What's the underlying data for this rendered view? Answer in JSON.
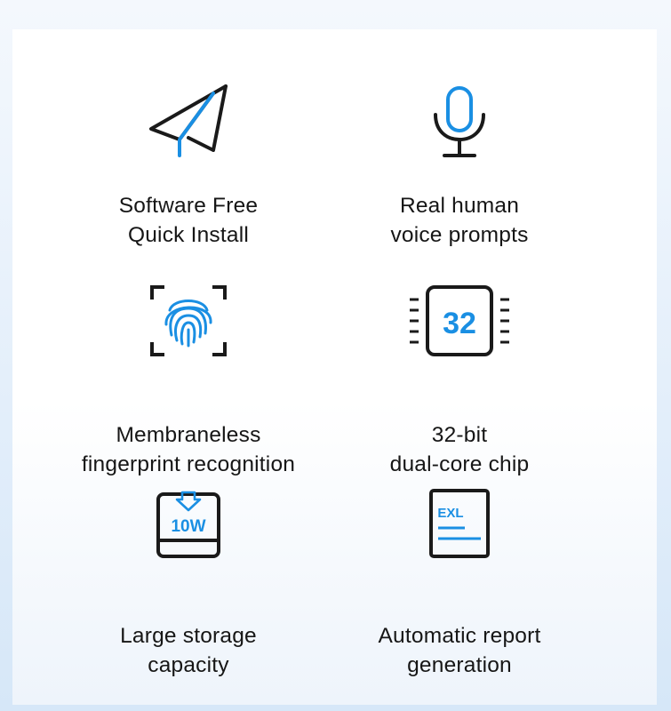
{
  "features": [
    {
      "icon": "paper-plane-icon",
      "line1": "Software Free",
      "line2": "Quick Install"
    },
    {
      "icon": "microphone-icon",
      "line1": "Real human",
      "line2": "voice prompts"
    },
    {
      "icon": "fingerprint-icon",
      "line1": "Membraneless",
      "line2": "fingerprint recognition"
    },
    {
      "icon": "chip-icon",
      "line1": "32-bit",
      "line2": "dual-core chip",
      "badge": "32"
    },
    {
      "icon": "storage-icon",
      "line1": "Large storage",
      "line2": "capacity",
      "badge": "10W"
    },
    {
      "icon": "excel-report-icon",
      "line1": "Automatic report",
      "line2": "generation",
      "badge": "EXL"
    }
  ],
  "colors": {
    "accent": "#1a8fe3",
    "stroke": "#1a1a1a",
    "text": "#161616"
  }
}
